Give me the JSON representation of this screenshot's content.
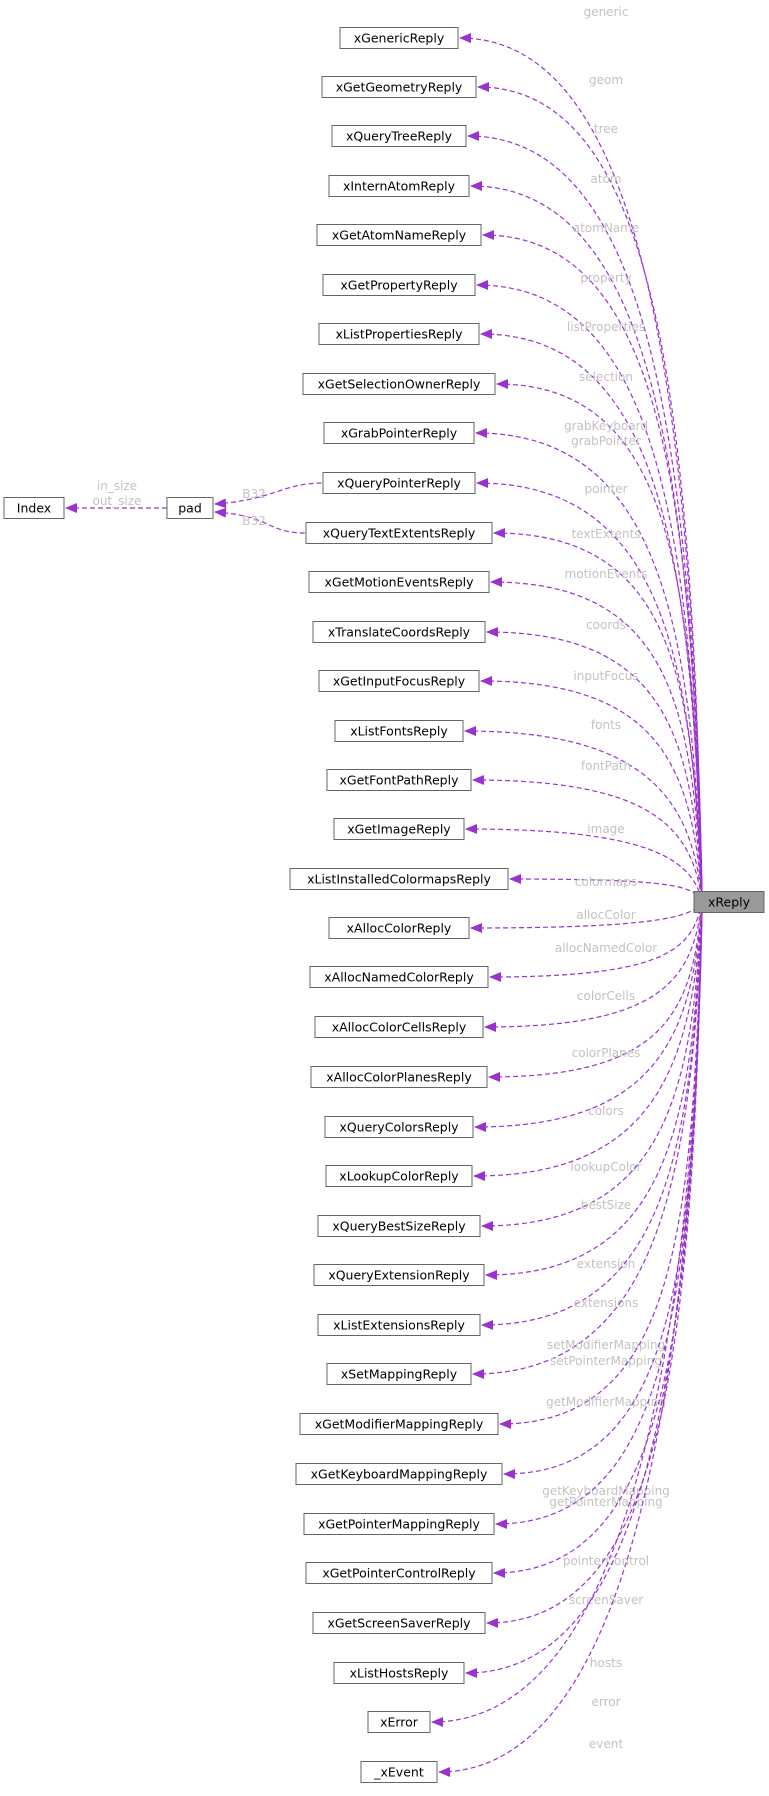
{
  "diagram": {
    "root": "xReply",
    "pad_node": "pad",
    "index_node": "Index",
    "pad_to_index_labels": [
      "in_size",
      "out_size"
    ],
    "b32_label": "B32",
    "colors": {
      "edge": "#9a32cd",
      "label": "#c2c2c2",
      "root_fill": "#999999",
      "border": "#666666"
    },
    "members": [
      {
        "node": "xGenericReply",
        "label": [
          "generic"
        ]
      },
      {
        "node": "xGetGeometryReply",
        "label": [
          "geom"
        ]
      },
      {
        "node": "xQueryTreeReply",
        "label": [
          "tree"
        ]
      },
      {
        "node": "xInternAtomReply",
        "label": [
          "atom"
        ]
      },
      {
        "node": "xGetAtomNameReply",
        "label": [
          "atomName"
        ]
      },
      {
        "node": "xGetPropertyReply",
        "label": [
          "property"
        ]
      },
      {
        "node": "xListPropertiesReply",
        "label": [
          "listProperties"
        ]
      },
      {
        "node": "xGetSelectionOwnerReply",
        "label": [
          "selection"
        ]
      },
      {
        "node": "xGrabPointerReply",
        "label": [
          "grabKeyboard",
          "grabPointer"
        ]
      },
      {
        "node": "xQueryPointerReply",
        "label": [
          "pointer"
        ]
      },
      {
        "node": "xQueryTextExtentsReply",
        "label": [
          "textExtents"
        ]
      },
      {
        "node": "xGetMotionEventsReply",
        "label": [
          "motionEvents"
        ]
      },
      {
        "node": "xTranslateCoordsReply",
        "label": [
          "coords"
        ]
      },
      {
        "node": "xGetInputFocusReply",
        "label": [
          "inputFocus"
        ]
      },
      {
        "node": "xListFontsReply",
        "label": [
          "fonts"
        ]
      },
      {
        "node": "xGetFontPathReply",
        "label": [
          "fontPath"
        ]
      },
      {
        "node": "xGetImageReply",
        "label": [
          "image"
        ]
      },
      {
        "node": "xListInstalledColormapsReply",
        "label": [
          "colormaps"
        ]
      },
      {
        "node": "xAllocColorReply",
        "label": [
          "allocColor"
        ]
      },
      {
        "node": "xAllocNamedColorReply",
        "label": [
          "allocNamedColor"
        ]
      },
      {
        "node": "xAllocColorCellsReply",
        "label": [
          "colorCells"
        ]
      },
      {
        "node": "xAllocColorPlanesReply",
        "label": [
          "colorPlanes"
        ]
      },
      {
        "node": "xQueryColorsReply",
        "label": [
          "colors"
        ]
      },
      {
        "node": "xLookupColorReply",
        "label": [
          "lookupColor"
        ]
      },
      {
        "node": "xQueryBestSizeReply",
        "label": [
          "bestSize"
        ]
      },
      {
        "node": "xQueryExtensionReply",
        "label": [
          "extension"
        ]
      },
      {
        "node": "xListExtensionsReply",
        "label": [
          "extensions"
        ]
      },
      {
        "node": "xSetMappingReply",
        "label": [
          "setModifierMapping",
          "setPointerMapping"
        ]
      },
      {
        "node": "xGetModifierMappingReply",
        "label": [
          "getModifierMapping"
        ]
      },
      {
        "node": "xGetKeyboardMappingReply",
        "label": [
          "getKeyboardMapping"
        ]
      },
      {
        "node": "xGetPointerMappingReply",
        "label": [
          "getPointerMapping"
        ]
      },
      {
        "node": "xGetPointerControlReply",
        "label": [
          "pointerControl"
        ]
      },
      {
        "node": "xGetScreenSaverReply",
        "label": [
          "screenSaver"
        ]
      },
      {
        "node": "xListHostsReply",
        "label": [
          "hosts"
        ]
      },
      {
        "node": "xError",
        "label": [
          "error"
        ]
      },
      {
        "node": "_xEvent",
        "label": [
          "event"
        ]
      }
    ]
  }
}
